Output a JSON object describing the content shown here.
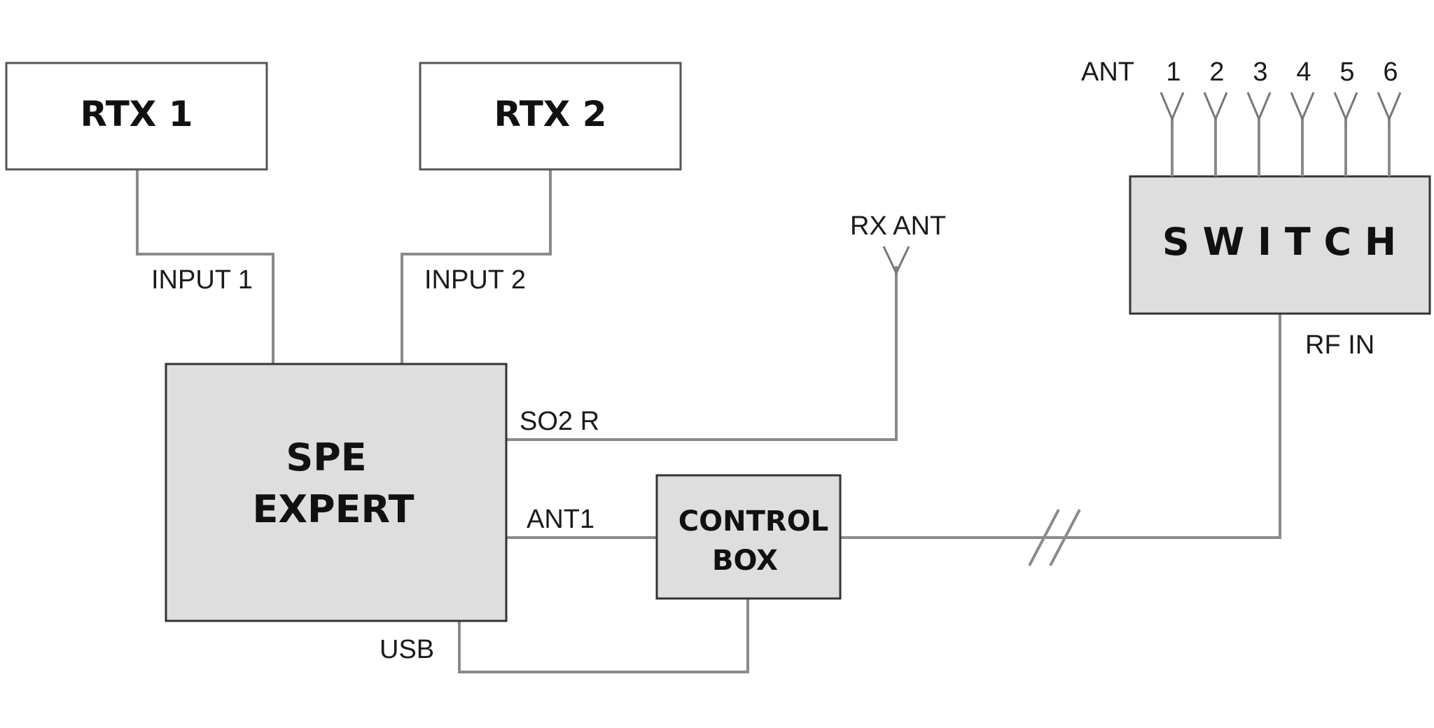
{
  "rtx1": {
    "label": "RTX 1"
  },
  "rtx2": {
    "label": "RTX 2"
  },
  "spe_expert": {
    "line1": "SPE",
    "line2": "EXPERT"
  },
  "control_box": {
    "line1": "CONTROL",
    "line2": "BOX"
  },
  "switch": {
    "label": "S W I T C H"
  },
  "labels": {
    "input1": "INPUT 1",
    "input2": "INPUT 2",
    "so2r": "SO2 R",
    "ant1": "ANT1",
    "usb": "USB",
    "rx_ant": "RX ANT",
    "rf_in": "RF IN",
    "ant": "ANT"
  },
  "antenna_numbers": [
    "1",
    "2",
    "3",
    "4",
    "5",
    "6"
  ],
  "colors": {
    "wire": "#8a8a8a",
    "box_fill": "#dedede",
    "box_border": "#333333"
  }
}
